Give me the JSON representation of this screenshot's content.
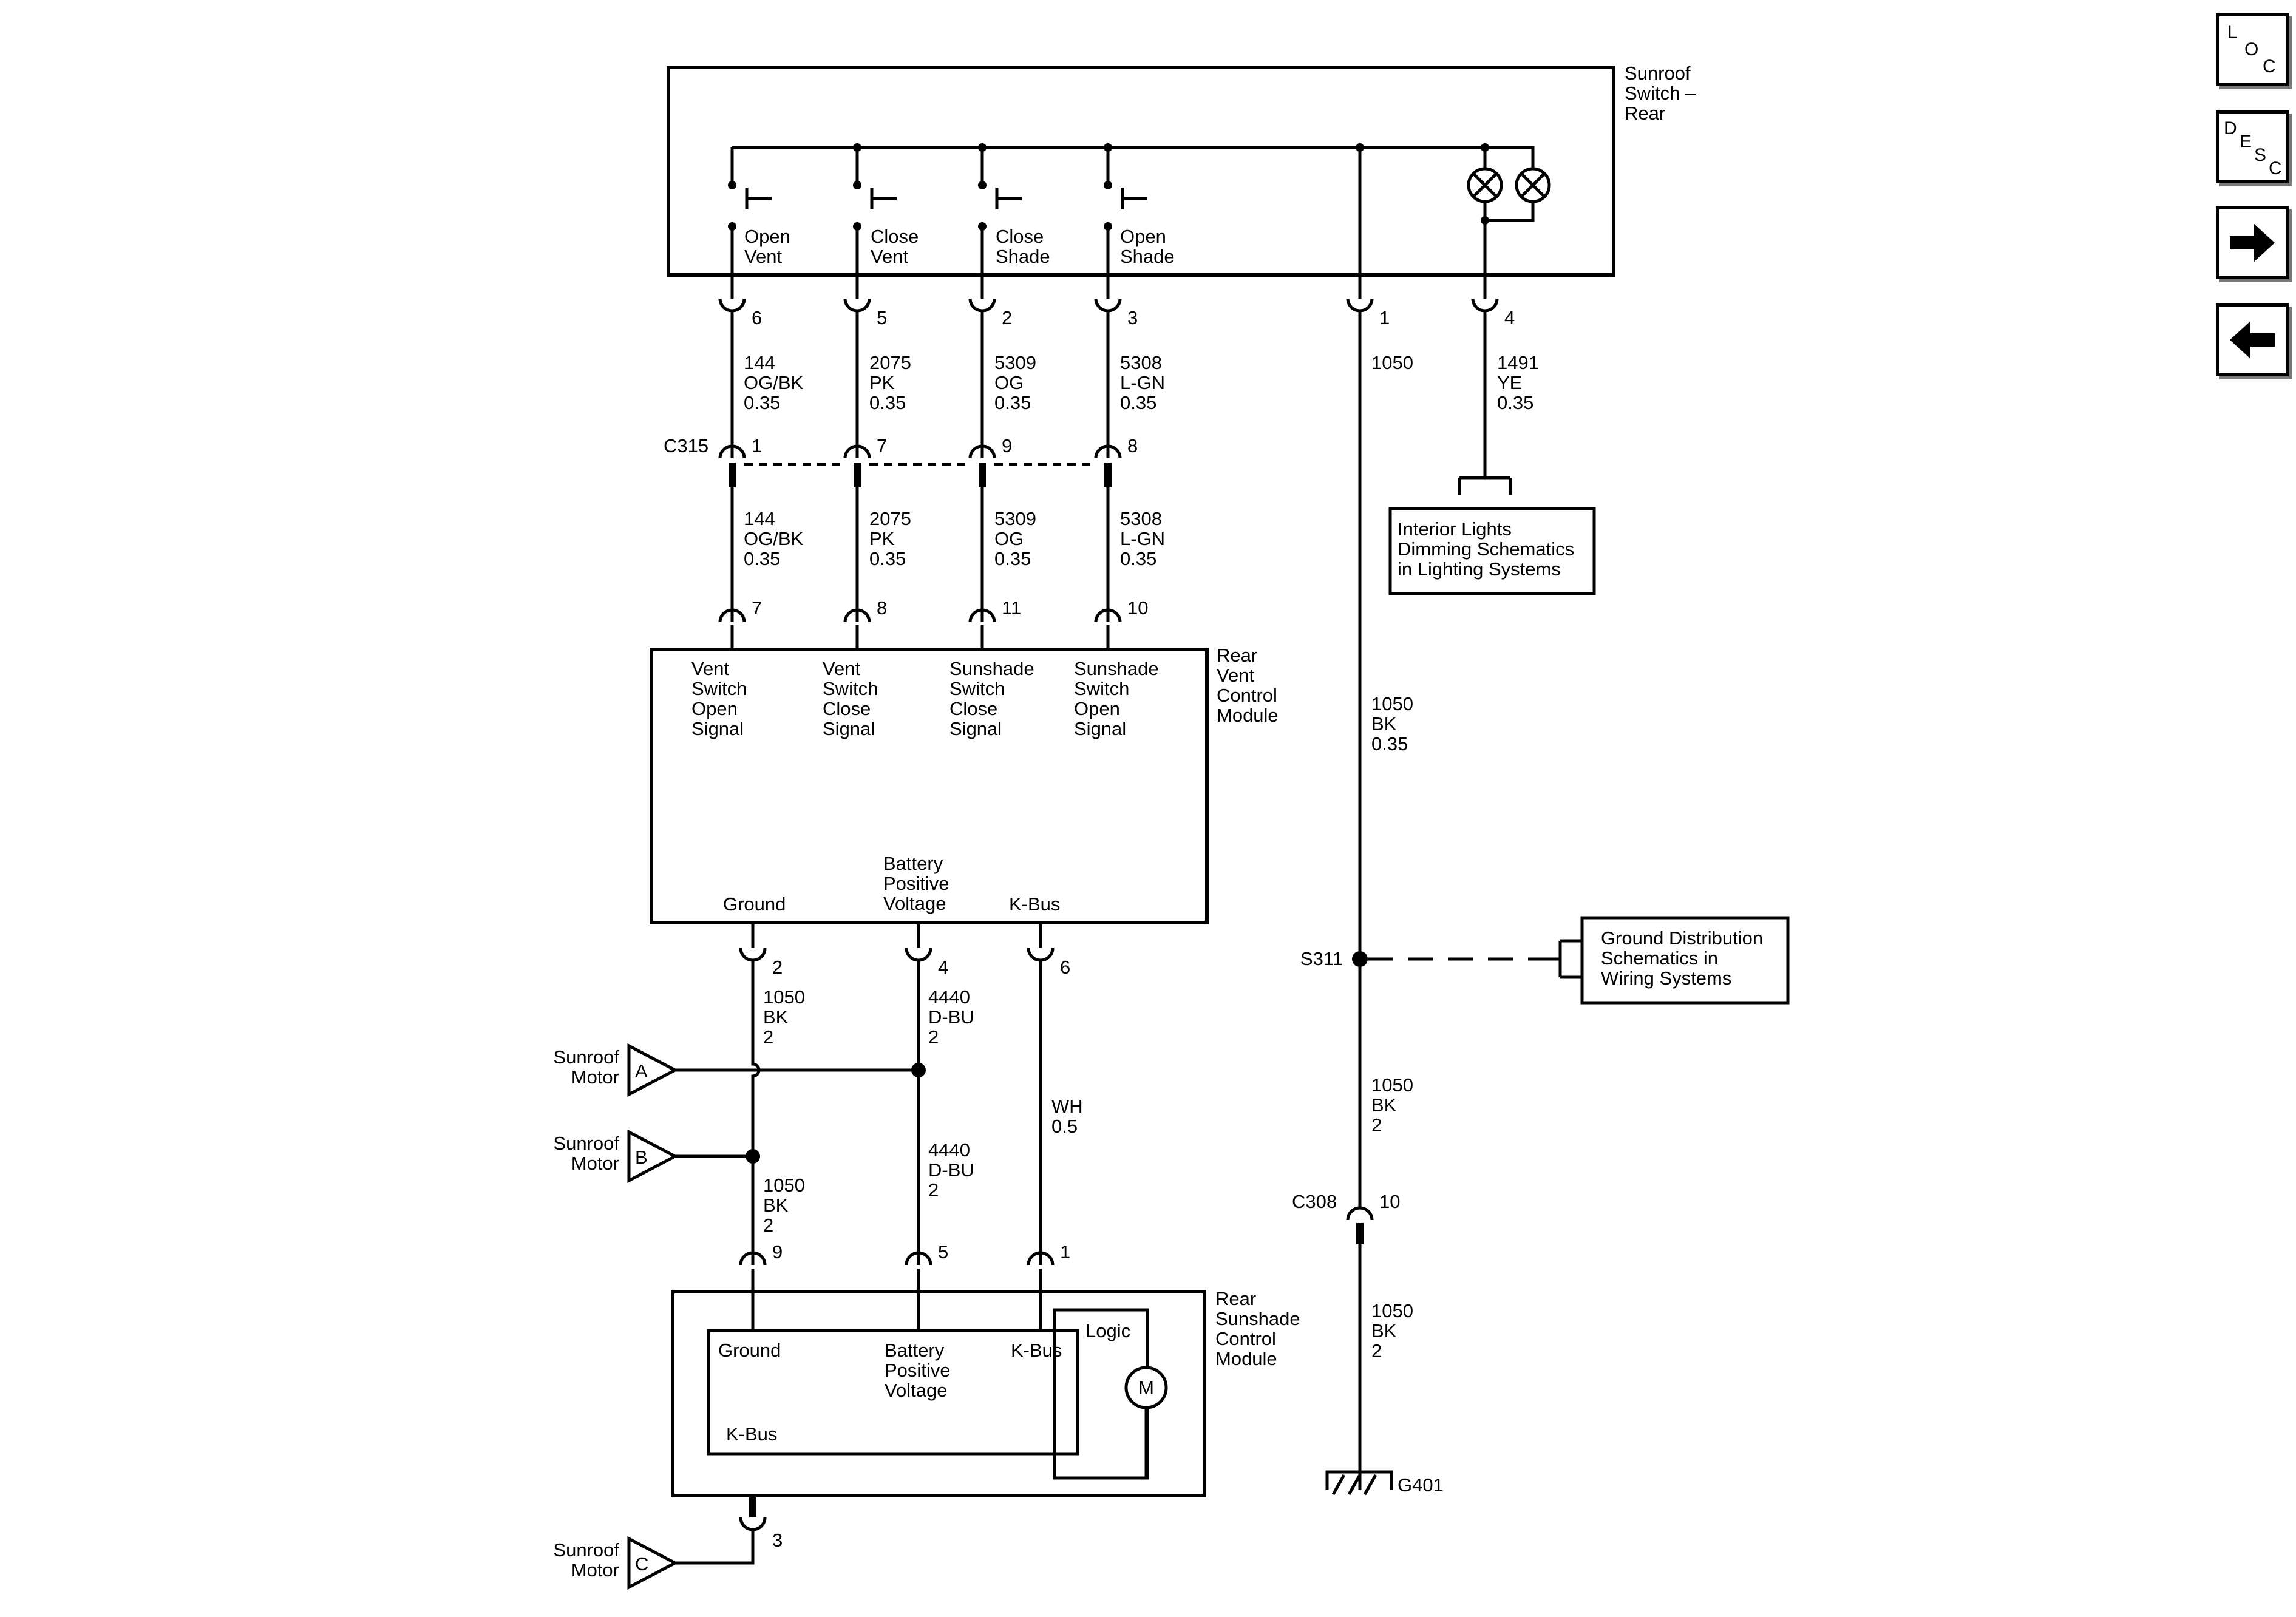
{
  "nav": {
    "loc": [
      "L",
      "O",
      "C"
    ],
    "desc": [
      "D",
      "E",
      "S",
      "C"
    ]
  },
  "components": {
    "sunroof_switch": [
      "Sunroof",
      "Switch –",
      "Rear"
    ],
    "vent_module": [
      "Rear",
      "Vent",
      "Control",
      "Module"
    ],
    "sunshade_module": [
      "Rear",
      "Sunshade",
      "Control",
      "Module"
    ],
    "logic": "Logic",
    "motor_symbol": "M",
    "interior_ref": [
      "Interior Lights",
      "Dimming Schematics",
      "in Lighting Systems"
    ],
    "ground_ref": [
      "Ground Distribution",
      "Schematics in",
      "Wiring Systems"
    ]
  },
  "switches": [
    {
      "label": [
        "Open",
        "Vent"
      ]
    },
    {
      "label": [
        "Close",
        "Vent"
      ]
    },
    {
      "label": [
        "Close",
        "Shade"
      ]
    },
    {
      "label": [
        "Open",
        "Shade"
      ]
    }
  ],
  "switch_pins": [
    "6",
    "5",
    "2",
    "3",
    "1",
    "4"
  ],
  "upper_wires": [
    [
      "144",
      "OG/BK",
      "0.35"
    ],
    [
      "2075",
      "PK",
      "0.35"
    ],
    [
      "5309",
      "OG",
      "0.35"
    ],
    [
      "5308",
      "L-GN",
      "0.35"
    ],
    [
      "1050"
    ],
    [
      "1491",
      "YE",
      "0.35"
    ]
  ],
  "c315": {
    "name": "C315",
    "pins": [
      "1",
      "7",
      "9",
      "8"
    ]
  },
  "lower_wires": [
    [
      "144",
      "OG/BK",
      "0.35"
    ],
    [
      "2075",
      "PK",
      "0.35"
    ],
    [
      "5309",
      "OG",
      "0.35"
    ],
    [
      "5308",
      "L-GN",
      "0.35"
    ]
  ],
  "vent_in_pins": [
    "7",
    "8",
    "11",
    "10"
  ],
  "vent_signals": [
    [
      "Vent",
      "Switch",
      "Open",
      "Signal"
    ],
    [
      "Vent",
      "Switch",
      "Close",
      "Signal"
    ],
    [
      "Sunshade",
      "Switch",
      "Close",
      "Signal"
    ],
    [
      "Sunshade",
      "Switch",
      "Open",
      "Signal"
    ]
  ],
  "vent_bottom_labels": {
    "ground": "Ground",
    "battery": [
      "Battery",
      "Positive",
      "Voltage"
    ],
    "kbus": "K-Bus"
  },
  "vent_out_pins": [
    "2",
    "4",
    "6"
  ],
  "mid_wires": {
    "ground_a": [
      "1050",
      "BK",
      "2"
    ],
    "battery_a": [
      "4440",
      "D-BU",
      "2"
    ],
    "kbus": [
      "WH",
      "0.5"
    ],
    "ground_b": [
      "1050",
      "BK",
      "2"
    ],
    "battery_b": [
      "4440",
      "D-BU",
      "2"
    ]
  },
  "motor_refs": [
    {
      "label": [
        "Sunroof",
        "Motor"
      ],
      "letter": "A"
    },
    {
      "label": [
        "Sunroof",
        "Motor"
      ],
      "letter": "B"
    },
    {
      "label": [
        "Sunroof",
        "Motor"
      ],
      "letter": "C"
    }
  ],
  "sunshade_in_pins": [
    "9",
    "5",
    "1"
  ],
  "sunshade_labels": {
    "ground": "Ground",
    "battery": [
      "Battery",
      "Positive",
      "Voltage"
    ],
    "kbus_top": "K-Bus",
    "kbus_bottom": "K-Bus"
  },
  "sunshade_out_pin": "3",
  "right_branch": {
    "wire1": [
      "1050",
      "BK",
      "0.35"
    ],
    "s311": "S311",
    "wire2": [
      "1050",
      "BK",
      "2"
    ],
    "c308": "C308",
    "c308_pin": "10",
    "wire3": [
      "1050",
      "BK",
      "2"
    ],
    "g401": "G401"
  }
}
